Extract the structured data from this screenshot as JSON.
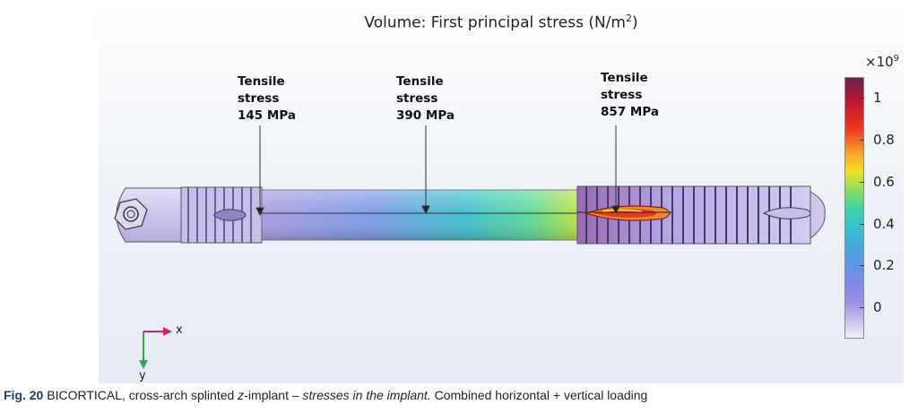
{
  "figure": {
    "title_prefix": "Volume: First principal stress (N/m",
    "title_sup": "2",
    "title_suffix": ")",
    "annotations": [
      {
        "line1": "Tensile",
        "line2": "stress",
        "line3": "145 MPa"
      },
      {
        "line1": "Tensile",
        "line2": "stress",
        "line3": "390 MPa"
      },
      {
        "line1": "Tensile",
        "line2": "stress",
        "line3": "857 MPa"
      }
    ],
    "colorbar": {
      "scale_base": "×10",
      "scale_sup": "9",
      "ticks": [
        {
          "label": "1",
          "value": 1.0
        },
        {
          "label": "0.8",
          "value": 0.8
        },
        {
          "label": "0.6",
          "value": 0.6
        },
        {
          "label": "0.4",
          "value": 0.4
        },
        {
          "label": "0.2",
          "value": 0.2
        },
        {
          "label": "0",
          "value": 0.0
        }
      ],
      "colors": {
        "min": "#f4f2fb",
        "low": "#9b8ee0",
        "mid": "#3fd2a3",
        "high": "#f3e024",
        "max": "#6b1f4e"
      }
    },
    "axes": {
      "x_label": "x",
      "y_label": "y",
      "x_color": "#d9226b",
      "y_color": "#2fa84a"
    }
  },
  "caption": {
    "fig_label": "Fig. 20",
    "part1": " BICORTICAL, cross-arch splinted ",
    "part2_italic": "z",
    "part3": "-implant – ",
    "part4_italic": "stresses in the implant.",
    "part5": " Combined horizontal + vertical loading"
  }
}
